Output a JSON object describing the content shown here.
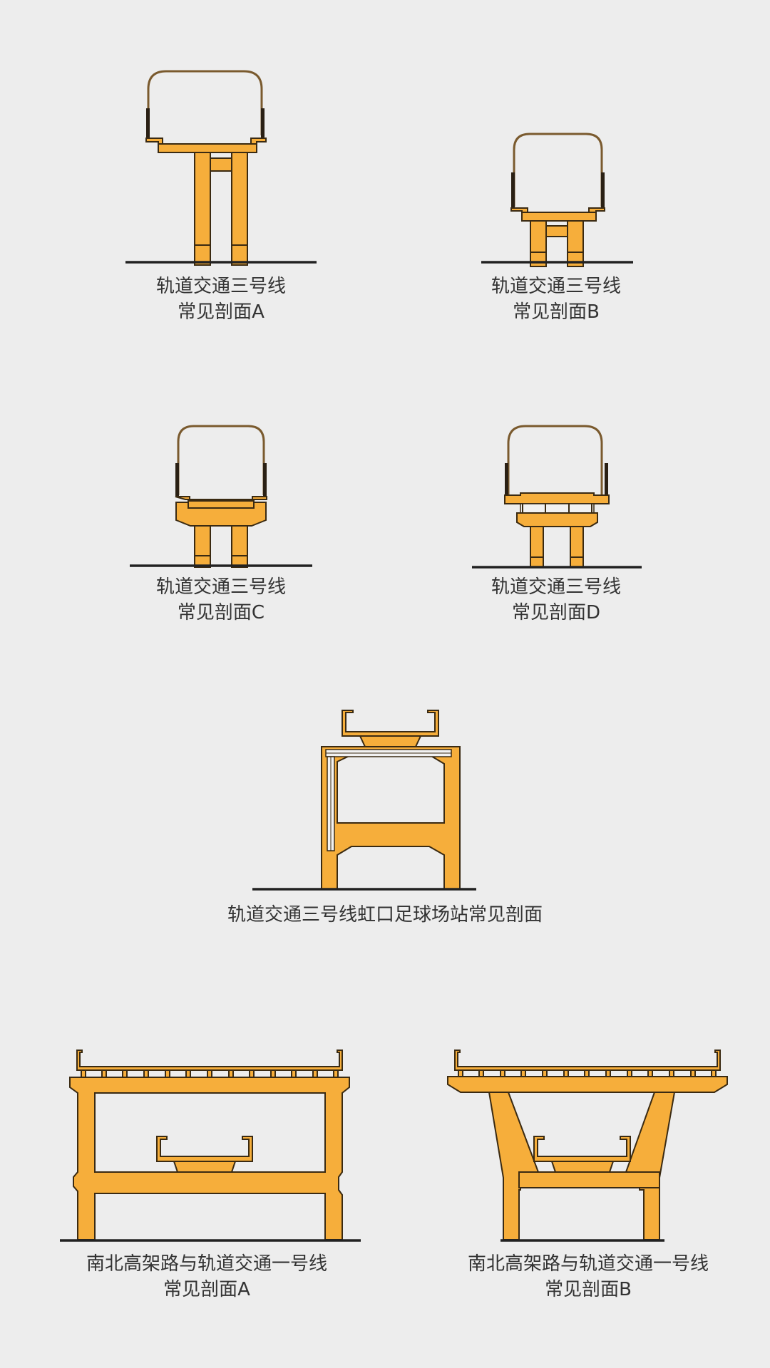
{
  "background_color": "#ededed",
  "colors": {
    "concrete": "#f6ae3b",
    "outline": "#3a2a12",
    "ground": "#222222",
    "caption_text": "#333333"
  },
  "figures": [
    {
      "id": "line3-a",
      "caption_line1": "轨道交通三号线",
      "caption_line2": "常见剖面A"
    },
    {
      "id": "line3-b",
      "caption_line1": "轨道交通三号线",
      "caption_line2": "常见剖面B"
    },
    {
      "id": "line3-c",
      "caption_line1": "轨道交通三号线",
      "caption_line2": "常见剖面C"
    },
    {
      "id": "line3-d",
      "caption_line1": "轨道交通三号线",
      "caption_line2": "常见剖面D"
    },
    {
      "id": "line3-hongkou",
      "caption_line1": "轨道交通三号线虹口足球场站常见剖面"
    },
    {
      "id": "nsexpressway-line1-a",
      "caption_line1": "南北高架路与轨道交通一号线",
      "caption_line2": "常见剖面A"
    },
    {
      "id": "nsexpressway-line1-b",
      "caption_line1": "南北高架路与轨道交通一号线",
      "caption_line2": "常见剖面B"
    }
  ]
}
